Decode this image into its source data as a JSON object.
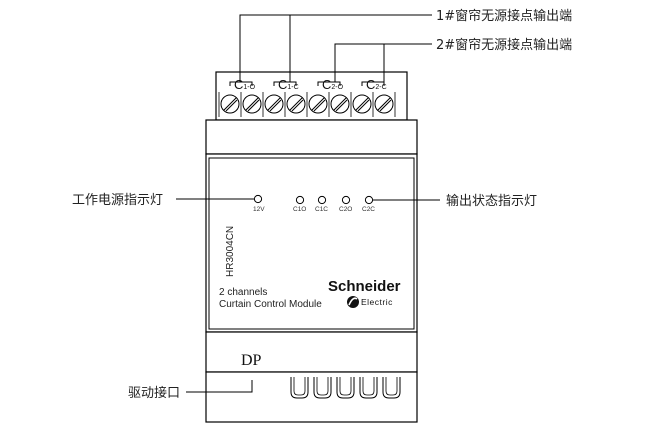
{
  "annotations": {
    "ch1_contacts": "1#窗帘无源接点输出端",
    "ch2_contacts": "2#窗帘无源接点输出端",
    "power_indicator": "工作电源指示灯",
    "output_indicators": "输出状态指示灯",
    "drive_port": "驱动接口"
  },
  "terminals": [
    {
      "main": "C",
      "sub": "1-O"
    },
    {
      "main": "C",
      "sub": "1-C"
    },
    {
      "main": "C",
      "sub": "2-O"
    },
    {
      "main": "C",
      "sub": "2-C"
    }
  ],
  "leds": {
    "power": "12V",
    "outputs": [
      "C1O",
      "C1C",
      "C2O",
      "C2C"
    ]
  },
  "device": {
    "model": "HR3004CN",
    "description_line1": "2 channels",
    "description_line2": "Curtain Control Module",
    "brand": "Schneider",
    "brand_sub": "Electric"
  },
  "port_label": "DP"
}
